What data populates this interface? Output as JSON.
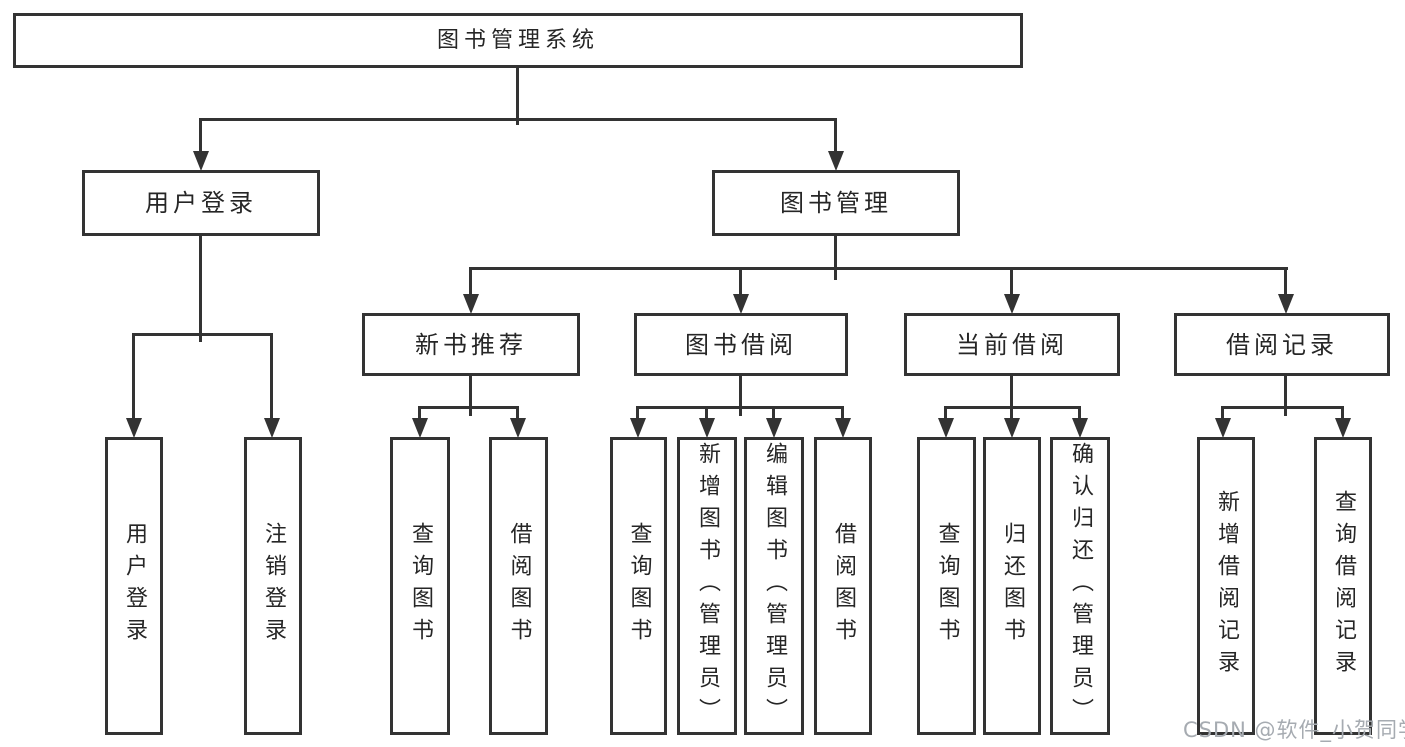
{
  "diagram": {
    "type": "tree",
    "title": "图书管理系统"
  },
  "nodes": {
    "root": "图书管理系统",
    "user_login": "用户登录",
    "book_mgmt": "图书管理",
    "new_rec": "新书推荐",
    "book_borrow": "图书借阅",
    "cur_borrow": "当前借阅",
    "borrow_recs": "借阅记录",
    "leaf_user_login": "用户登录",
    "leaf_logout": "注销登录",
    "rec_query": "查询图书",
    "rec_borrow": "借阅图书",
    "bb_query": "查询图书",
    "bb_add": "新增图书（管理员）",
    "bb_edit": "编辑图书（管理员）",
    "bb_borrow": "借阅图书",
    "cb_query": "查询图书",
    "cb_return": "归还图书",
    "cb_confirm": "确认归还（管理员）",
    "br_add": "新增借阅记录",
    "br_query": "查询借阅记录"
  },
  "edges": [
    [
      "root",
      "user_login"
    ],
    [
      "root",
      "book_mgmt"
    ],
    [
      "user_login",
      "leaf_user_login"
    ],
    [
      "user_login",
      "leaf_logout"
    ],
    [
      "book_mgmt",
      "new_rec"
    ],
    [
      "book_mgmt",
      "book_borrow"
    ],
    [
      "book_mgmt",
      "cur_borrow"
    ],
    [
      "book_mgmt",
      "borrow_recs"
    ],
    [
      "new_rec",
      "rec_query"
    ],
    [
      "new_rec",
      "rec_borrow"
    ],
    [
      "book_borrow",
      "bb_query"
    ],
    [
      "book_borrow",
      "bb_add"
    ],
    [
      "book_borrow",
      "bb_edit"
    ],
    [
      "book_borrow",
      "bb_borrow"
    ],
    [
      "cur_borrow",
      "cb_query"
    ],
    [
      "cur_borrow",
      "cb_return"
    ],
    [
      "cur_borrow",
      "cb_confirm"
    ],
    [
      "borrow_recs",
      "br_add"
    ],
    [
      "borrow_recs",
      "br_query"
    ]
  ],
  "watermark": {
    "text": "CSDN @软件_小贺同学"
  },
  "colors": {
    "line": "#333333",
    "text": "#262626",
    "background": "#ffffff",
    "watermark": "#a6abb1"
  }
}
